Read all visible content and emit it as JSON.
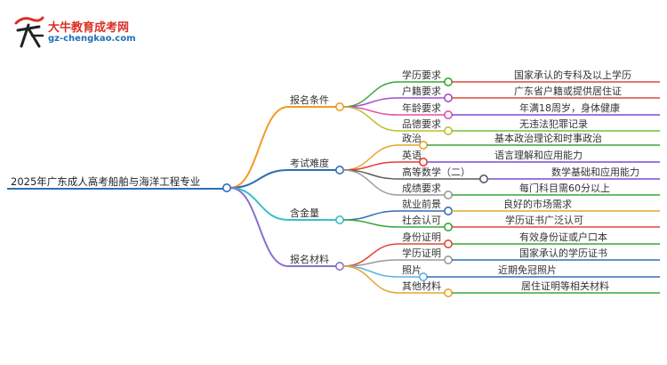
{
  "logo": {
    "title": "大牛教育成考网",
    "url": "gz-chengkao.com",
    "mark_text": "大牛"
  },
  "root": {
    "label": "2025年广东成人高考船舶与海洋工程专业"
  },
  "branches": [
    {
      "label": "报名条件",
      "color": "#f59a23",
      "children": [
        {
          "label": "学历要求",
          "color": "#3aa537",
          "leaf": "国家承认的专科及以上学历",
          "leaf_color": "#e0463c"
        },
        {
          "label": "户籍要求",
          "color": "#a64ad0",
          "leaf": "广东省户籍或提供居住证",
          "leaf_color": "#e0463c"
        },
        {
          "label": "年龄要求",
          "color": "#e34fae",
          "leaf": "年满18周岁，身体健康",
          "leaf_color": "#7a4bd6"
        },
        {
          "label": "品德要求",
          "color": "#b9c22e",
          "leaf": "无违法犯罪记录",
          "leaf_color": "#6bc43a"
        }
      ]
    },
    {
      "label": "考试难度",
      "color": "#2f6fb5",
      "children": [
        {
          "label": "政治",
          "color": "#e2a72c",
          "leaf": "基本政治理论和时事政治",
          "leaf_color": "#3aa537"
        },
        {
          "label": "英语",
          "color": "#e23c3c",
          "leaf": "语言理解和应用能力",
          "leaf_color": "#7a4bd6"
        },
        {
          "label": "高等数学（二）",
          "color": "#5a5a5a",
          "leaf": "数学基础和应用能力",
          "leaf_color": "#7a4bd6"
        },
        {
          "label": "成绩要求",
          "color": "#9a9a9a",
          "leaf": "每门科目需60分以上",
          "leaf_color": "#3aa537"
        }
      ]
    },
    {
      "label": "含金量",
      "color": "#39c0c8",
      "children": [
        {
          "label": "就业前景",
          "color": "#2f6fb5",
          "leaf": "良好的市场需求",
          "leaf_color": "#e2a72c"
        },
        {
          "label": "社会认可",
          "color": "#3aa537",
          "leaf": "学历证书广泛认可",
          "leaf_color": "#e0463c"
        }
      ]
    },
    {
      "label": "报名材料",
      "color": "#8a6fd0",
      "children": [
        {
          "label": "身份证明",
          "color": "#e0463c",
          "leaf": "有效身份证或户口本",
          "leaf_color": "#3aa537"
        },
        {
          "label": "学历证明",
          "color": "#9a9a9a",
          "leaf": "国家承认的学历证书",
          "leaf_color": "#2f6fb5"
        },
        {
          "label": "照片",
          "color": "#5fb0e6",
          "leaf": "近期免冠照片",
          "leaf_color": "#2f6fb5"
        },
        {
          "label": "其他材料",
          "color": "#e2a72c",
          "leaf": "居住证明等相关材料",
          "leaf_color": "#3aa537"
        }
      ]
    }
  ]
}
